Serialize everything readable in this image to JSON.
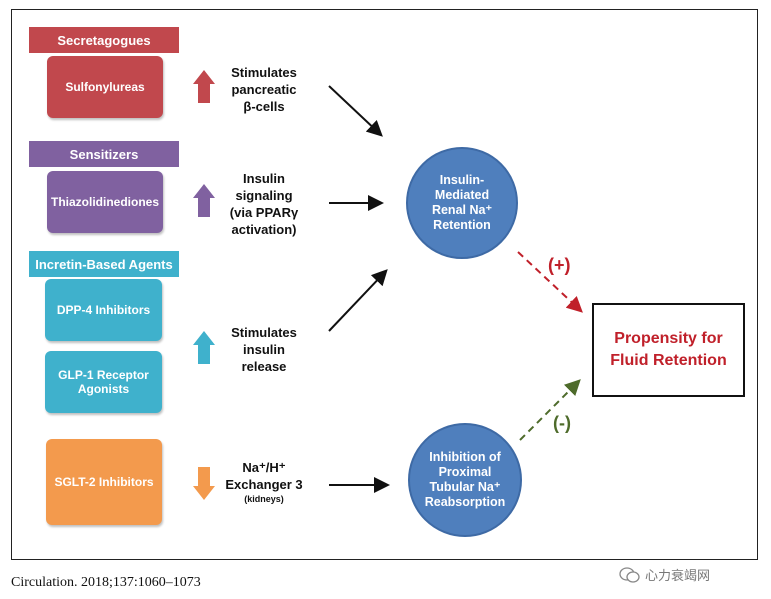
{
  "drug_classes": {
    "secretagogues": {
      "header": "Secretagogues",
      "drug": "Sulfonylureas",
      "color": "#c1484d"
    },
    "sensitizers": {
      "header": "Sensitizers",
      "drug": "Thiazolidinediones",
      "color": "#8061a0"
    },
    "incretin": {
      "header": "Incretin-Based Agents",
      "drug1": "DPP-4 Inhibitors",
      "drug2_line1": "GLP-1 Receptor",
      "drug2_line2": "Agonists",
      "color": "#3fb1cc"
    },
    "sglt2": {
      "drug": "SGLT-2 Inhibitors",
      "color": "#f39a4d"
    }
  },
  "effects": {
    "stimulates_beta": [
      "Stimulates",
      "pancreatic",
      "β-cells"
    ],
    "insulin_signaling": [
      "Insulin",
      "signaling",
      "(via PPARγ",
      "activation)"
    ],
    "insulin_release": [
      "Stimulates",
      "insulin",
      "release"
    ],
    "exchanger_line1": "Na⁺/H⁺",
    "exchanger_line2": "Exchanger 3",
    "exchanger_note": "(kidneys)"
  },
  "mechanisms": {
    "insulin_mediated": [
      "Insulin-",
      "Mediated",
      "Renal Na⁺",
      "Retention"
    ],
    "inhibition": [
      "Inhibition of",
      "Proximal",
      "Tubular Na⁺",
      "Reabsorption"
    ]
  },
  "outcome": {
    "line1": "Propensity for",
    "line2": "Fluid Retention"
  },
  "signs": {
    "positive": "(+)",
    "negative": "(-)"
  },
  "citation": "Circulation. 2018;137:1060–1073",
  "watermark": "心力衰竭网"
}
